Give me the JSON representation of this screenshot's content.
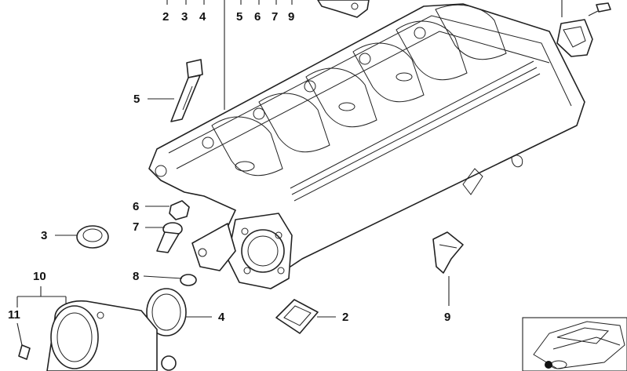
{
  "labels": {
    "top_2": "2",
    "top_3": "3",
    "top_4": "4",
    "top_5": "5",
    "top_6": "6",
    "top_7": "7",
    "top_9": "9",
    "bolt_5": "5",
    "nut_6": "6",
    "bolt_7": "7",
    "washer_8": "8",
    "ring_3": "3",
    "group_10": "10",
    "screw_11": "11",
    "gasket_4": "4",
    "seal_2": "2",
    "clip_9": "9"
  }
}
